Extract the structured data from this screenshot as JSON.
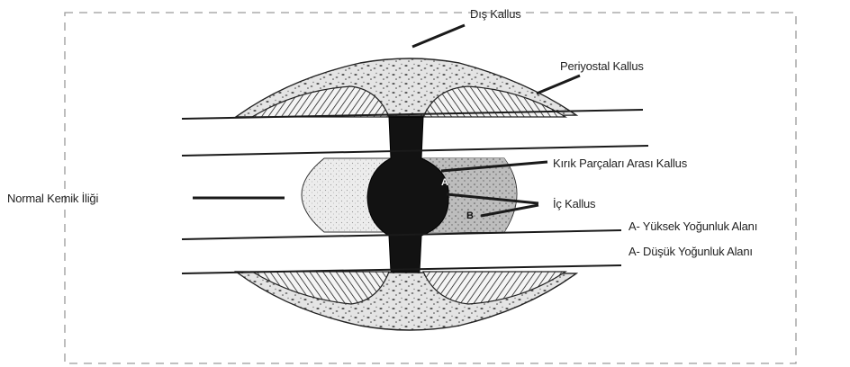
{
  "labels": {
    "dis_kallus": "Dış Kallus",
    "periyostal_kallus": "Periyostal Kallus",
    "kirik_parcalari_arasi_kallus": "Kırık Parçaları Arası Kallus",
    "ic_kallus": "İç Kallus",
    "normal_kemik_iligi": "Normal Kemik İliği",
    "marker_a": "A",
    "marker_b": "B",
    "legend_a": "A- Yüksek Yoğunluk Alanı",
    "legend_b": "A- Düşük Yoğunluk Alanı"
  },
  "colors": {
    "ink": "#1a1a1a",
    "dark_callus": "#111111",
    "speckle_fill": "#d9d9d9",
    "marrow_fill": "#e6e6e6",
    "border_dash": "#999999"
  }
}
